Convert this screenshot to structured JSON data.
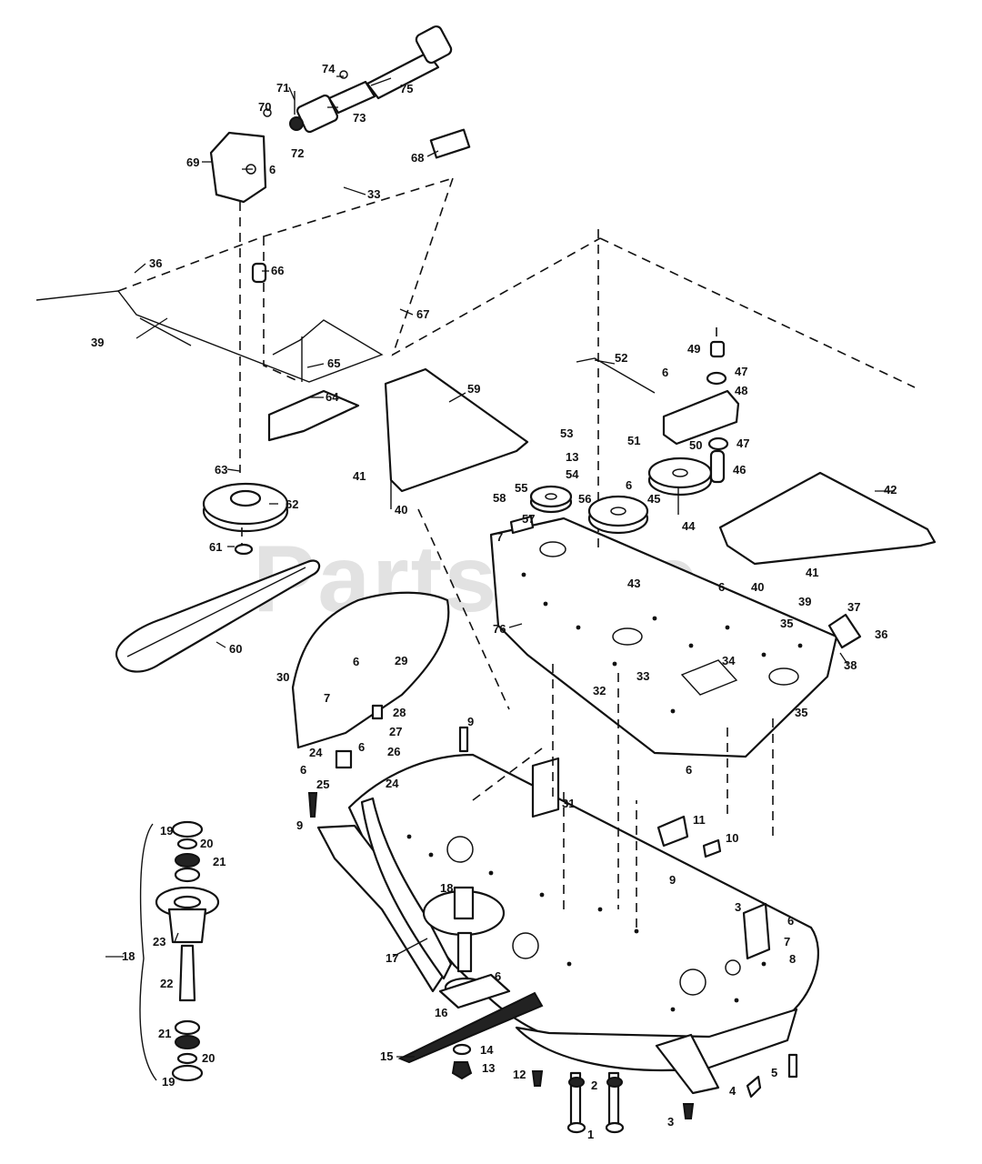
{
  "watermark": "PartsTree",
  "callouts": [
    {
      "id": "c75",
      "text": "75"
    },
    {
      "id": "c74",
      "text": "74"
    },
    {
      "id": "c71",
      "text": "71"
    },
    {
      "id": "c70",
      "text": "70"
    },
    {
      "id": "c73",
      "text": "73"
    },
    {
      "id": "c72",
      "text": "72"
    },
    {
      "id": "c69",
      "text": "69"
    },
    {
      "id": "c6a",
      "text": "6"
    },
    {
      "id": "c68",
      "text": "68"
    },
    {
      "id": "c33a",
      "text": "33"
    },
    {
      "id": "c36a",
      "text": "36"
    },
    {
      "id": "c66",
      "text": "66"
    },
    {
      "id": "c67",
      "text": "67"
    },
    {
      "id": "c39a",
      "text": "39"
    },
    {
      "id": "c65",
      "text": "65"
    },
    {
      "id": "c64",
      "text": "64"
    },
    {
      "id": "c49",
      "text": "49"
    },
    {
      "id": "c52",
      "text": "52"
    },
    {
      "id": "c47a",
      "text": "47"
    },
    {
      "id": "c6b",
      "text": "6"
    },
    {
      "id": "c48",
      "text": "48"
    },
    {
      "id": "c59",
      "text": "59"
    },
    {
      "id": "c53",
      "text": "53"
    },
    {
      "id": "c13a",
      "text": "13"
    },
    {
      "id": "c51",
      "text": "51"
    },
    {
      "id": "c50",
      "text": "50"
    },
    {
      "id": "c47b",
      "text": "47"
    },
    {
      "id": "c41a",
      "text": "41"
    },
    {
      "id": "c54",
      "text": "54"
    },
    {
      "id": "c46",
      "text": "46"
    },
    {
      "id": "c63",
      "text": "63"
    },
    {
      "id": "c62",
      "text": "62"
    },
    {
      "id": "c55",
      "text": "55"
    },
    {
      "id": "c6c",
      "text": "6"
    },
    {
      "id": "c45",
      "text": "45"
    },
    {
      "id": "c42",
      "text": "42"
    },
    {
      "id": "c58",
      "text": "58"
    },
    {
      "id": "c56",
      "text": "56"
    },
    {
      "id": "c40a",
      "text": "40"
    },
    {
      "id": "c57",
      "text": "57"
    },
    {
      "id": "c7a",
      "text": "7"
    },
    {
      "id": "c44",
      "text": "44"
    },
    {
      "id": "c61",
      "text": "61"
    },
    {
      "id": "c41b",
      "text": "41"
    },
    {
      "id": "c43",
      "text": "43"
    },
    {
      "id": "c6d",
      "text": "6"
    },
    {
      "id": "c40b",
      "text": "40"
    },
    {
      "id": "c39b",
      "text": "39"
    },
    {
      "id": "c37",
      "text": "37"
    },
    {
      "id": "c76",
      "text": "76"
    },
    {
      "id": "c35a",
      "text": "35"
    },
    {
      "id": "c36b",
      "text": "36"
    },
    {
      "id": "c60",
      "text": "60"
    },
    {
      "id": "c38",
      "text": "38"
    },
    {
      "id": "c6e",
      "text": "6"
    },
    {
      "id": "c29",
      "text": "29"
    },
    {
      "id": "c34",
      "text": "34"
    },
    {
      "id": "c30",
      "text": "30"
    },
    {
      "id": "c33b",
      "text": "33"
    },
    {
      "id": "c7b",
      "text": "7"
    },
    {
      "id": "c28",
      "text": "28"
    },
    {
      "id": "c32",
      "text": "32"
    },
    {
      "id": "c35b",
      "text": "35"
    },
    {
      "id": "c27",
      "text": "27"
    },
    {
      "id": "c9a",
      "text": "9"
    },
    {
      "id": "c24a",
      "text": "24"
    },
    {
      "id": "c6f",
      "text": "6"
    },
    {
      "id": "c26",
      "text": "26"
    },
    {
      "id": "c6g",
      "text": "6"
    },
    {
      "id": "c6h",
      "text": "6"
    },
    {
      "id": "c25",
      "text": "25"
    },
    {
      "id": "c24b",
      "text": "24"
    },
    {
      "id": "c31",
      "text": "31"
    },
    {
      "id": "c9b",
      "text": "9"
    },
    {
      "id": "c11",
      "text": "11"
    },
    {
      "id": "c19a",
      "text": "19"
    },
    {
      "id": "c20a",
      "text": "20"
    },
    {
      "id": "c10",
      "text": "10"
    },
    {
      "id": "c21a",
      "text": "21"
    },
    {
      "id": "c18a",
      "text": "18"
    },
    {
      "id": "c9c",
      "text": "9"
    },
    {
      "id": "c3a",
      "text": "3"
    },
    {
      "id": "c6i",
      "text": "6"
    },
    {
      "id": "c7c",
      "text": "7"
    },
    {
      "id": "c23",
      "text": "23"
    },
    {
      "id": "c8",
      "text": "8"
    },
    {
      "id": "c18b",
      "text": "18"
    },
    {
      "id": "c17",
      "text": "17"
    },
    {
      "id": "c6j",
      "text": "6"
    },
    {
      "id": "c22",
      "text": "22"
    },
    {
      "id": "c16",
      "text": "16"
    },
    {
      "id": "c21b",
      "text": "21"
    },
    {
      "id": "c20b",
      "text": "20"
    },
    {
      "id": "c14",
      "text": "14"
    },
    {
      "id": "c15",
      "text": "15"
    },
    {
      "id": "c13b",
      "text": "13"
    },
    {
      "id": "c12",
      "text": "12"
    },
    {
      "id": "c2",
      "text": "2"
    },
    {
      "id": "c5",
      "text": "5"
    },
    {
      "id": "c19b",
      "text": "19"
    },
    {
      "id": "c4",
      "text": "4"
    },
    {
      "id": "c3b",
      "text": "3"
    },
    {
      "id": "c1",
      "text": "1"
    }
  ]
}
